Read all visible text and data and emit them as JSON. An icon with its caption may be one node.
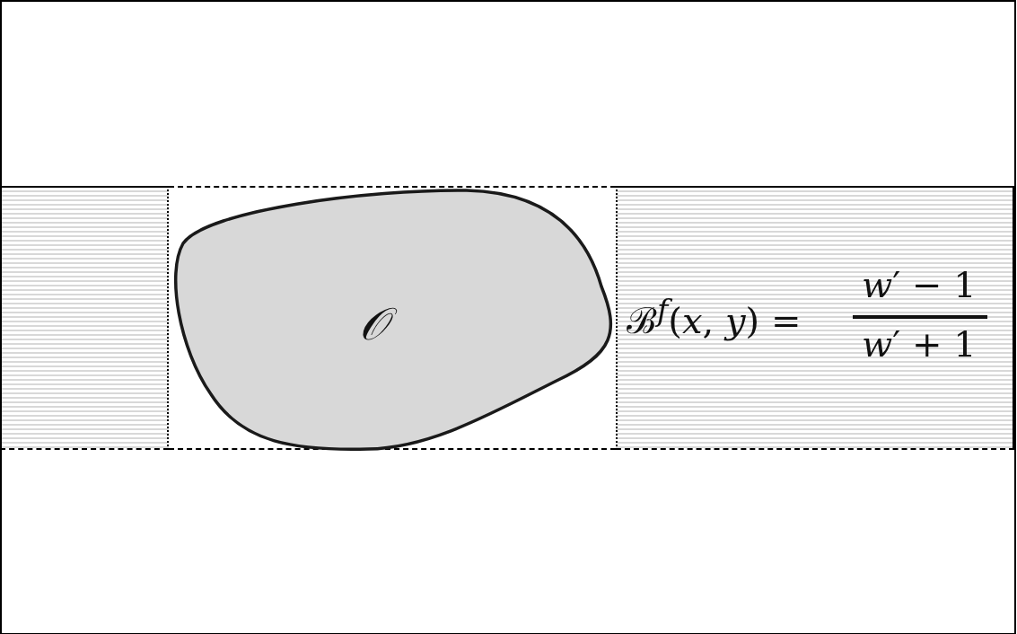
{
  "diagram": {
    "nodes": [
      {
        "text": [],
        "shape": "box"
      },
      {
        "text": [],
        "shape": "box"
      },
      {
        "text": [
          "𝒪"
        ],
        "in": 1
      },
      {
        "text": [
          "ℬ$^{f}$(*x*, *y*) =",
          "*w*′ − 1",
          "*w*′ + 1"
        ]
      }
    ]
  }
}
